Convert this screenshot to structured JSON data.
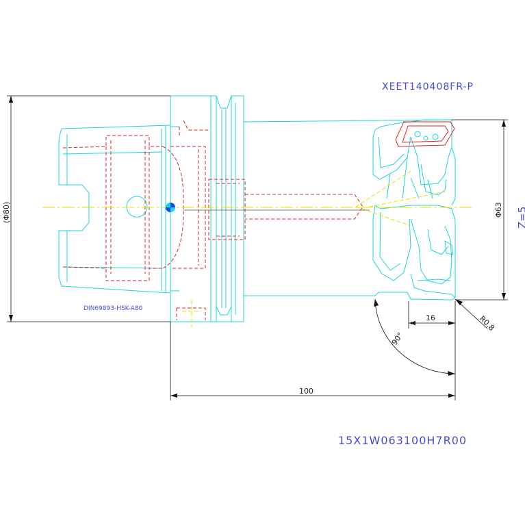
{
  "labels": {
    "insert_code": "XEET140408FR-P",
    "part_number": "15X1W063100H7R00",
    "interface": "DIN69893-HSK-A80",
    "teeth": "Z=5"
  },
  "dimensions": {
    "shank_diameter": "(Φ80)",
    "cutter_diameter": "Φ63",
    "overall_length": "100",
    "cutting_depth": "16",
    "corner_radius": "R0.8",
    "lead_angle": "90°"
  },
  "colors": {
    "outline": "#18d4e0",
    "hidden": "#e02020",
    "center": "#e8e000",
    "dims": "#000000",
    "text": "#4a4ad8"
  }
}
